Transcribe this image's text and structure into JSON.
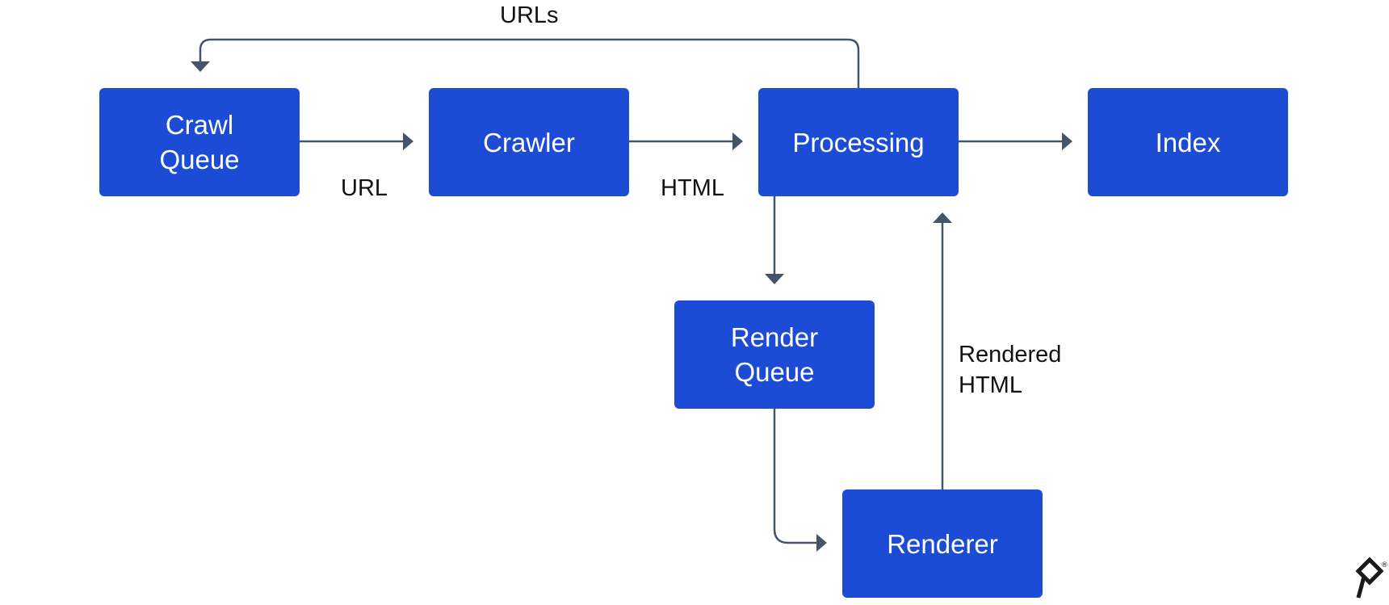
{
  "nodes": {
    "crawl_queue": [
      "Crawl",
      "Queue"
    ],
    "crawler": [
      "Crawler"
    ],
    "processing": [
      "Processing"
    ],
    "index": [
      "Index"
    ],
    "render_queue": [
      "Render",
      "Queue"
    ],
    "renderer": [
      "Renderer"
    ]
  },
  "edges": {
    "url": "URL",
    "html": "HTML",
    "urls": "URLs",
    "rendered_html": [
      "Rendered",
      "HTML"
    ]
  },
  "logo": {
    "mark": "toptal-logo-icon",
    "registered": "®"
  },
  "colors": {
    "node_fill": "#1c4bd6",
    "node_text": "#ffffff",
    "connector": "#465468",
    "label_text": "#121212"
  }
}
